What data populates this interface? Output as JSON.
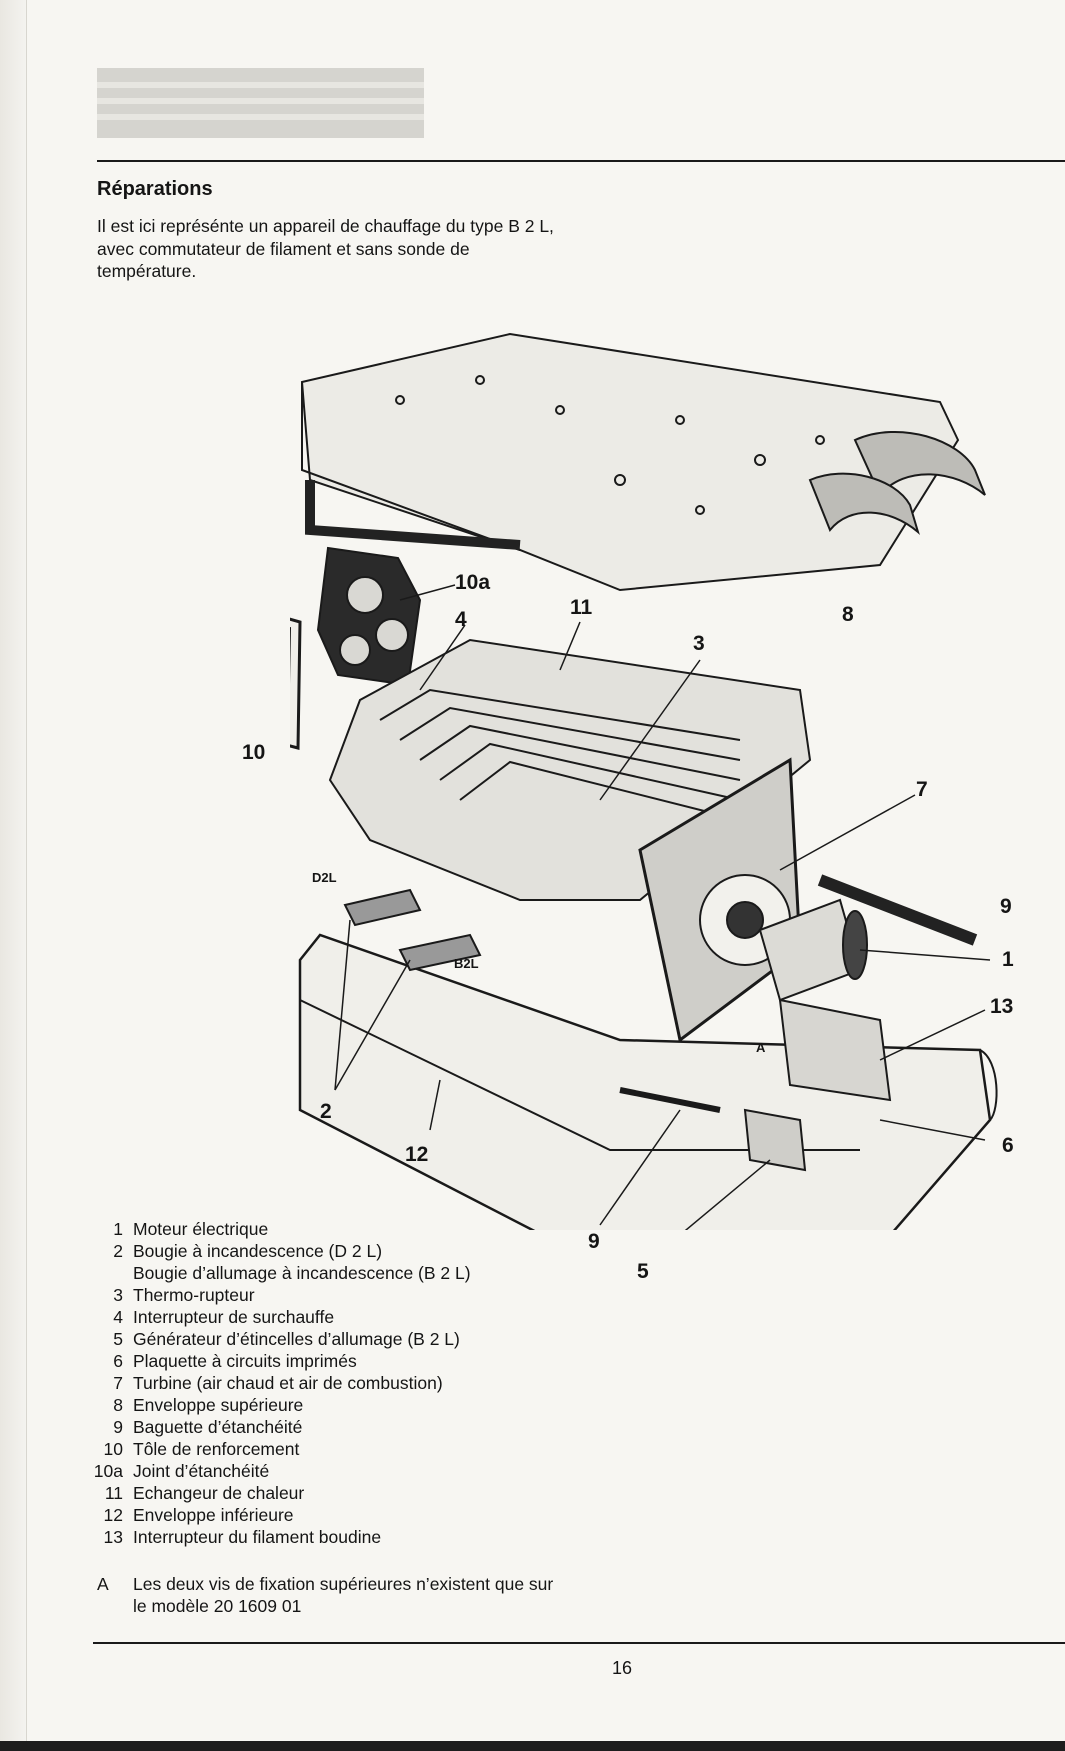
{
  "header": {
    "logo_text": "",
    "title": "Réparations"
  },
  "intro": "Il est ici représénte un appareil de chauffage du type B 2 L, avec commutateur de filament et sans sonde de température.",
  "diagram": {
    "callouts": {
      "c10a": "10a",
      "c4": "4",
      "c11": "11",
      "c3": "3",
      "c8": "8",
      "c10": "10",
      "c7": "7",
      "c9a": "9",
      "c1": "1",
      "c13": "13",
      "cA": "A",
      "c6": "6",
      "cD2L": "D2L",
      "cB2L": "B2L",
      "c2": "2",
      "c12": "12",
      "c9b": "9",
      "c5": "5"
    }
  },
  "legend": [
    {
      "num": "1",
      "text": "Moteur électrique"
    },
    {
      "num": "2",
      "text": "Bougie à incandescence (D 2 L)",
      "sub": "Bougie d’allumage à incandescence (B 2 L)"
    },
    {
      "num": "3",
      "text": "Thermo-rupteur"
    },
    {
      "num": "4",
      "text": "Interrupteur de surchauffe"
    },
    {
      "num": "5",
      "text": "Générateur d’étincelles d’allumage (B 2 L)"
    },
    {
      "num": "6",
      "text": "Plaquette à circuits imprimés"
    },
    {
      "num": "7",
      "text": "Turbine (air chaud et air de combustion)"
    },
    {
      "num": "8",
      "text": "Enveloppe supérieure"
    },
    {
      "num": "9",
      "text": "Baguette d’étanchéité"
    },
    {
      "num": "10",
      "text": "Tôle de renforcement"
    },
    {
      "num": "10a",
      "text": "Joint d’étanchéité"
    },
    {
      "num": "11",
      "text": "Echangeur de chaleur"
    },
    {
      "num": "12",
      "text": "Enveloppe inférieure"
    },
    {
      "num": "13",
      "text": "Interrupteur du filament boudine"
    }
  ],
  "note": {
    "letter": "A",
    "text": "Les deux vis de fixation supérieures n’existent que sur le modèle 20 1609 01"
  },
  "page_number": "16"
}
